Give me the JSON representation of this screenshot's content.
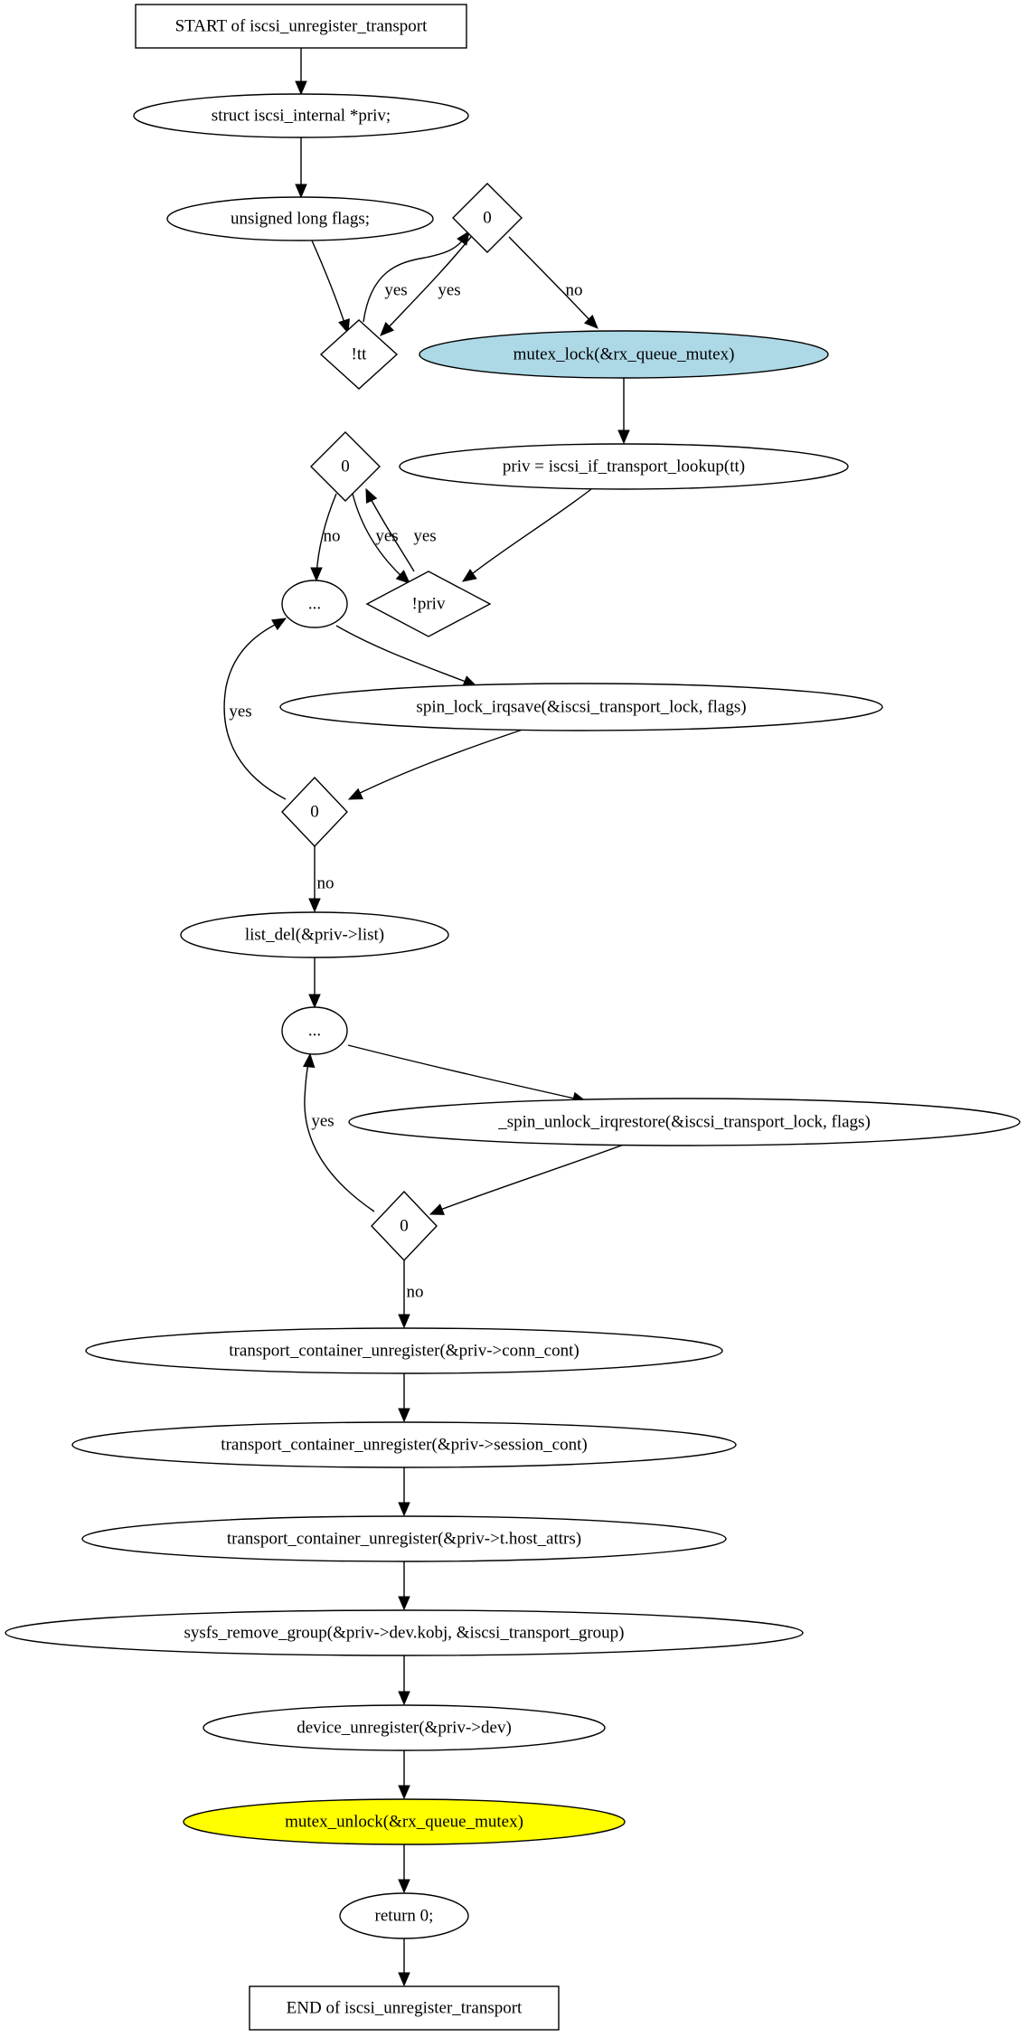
{
  "colors": {
    "background": "#ffffff",
    "line": "#000000",
    "highlight_lock": "#add8e6",
    "highlight_unlock": "#ffff00"
  },
  "nodes": [
    {
      "id": "start",
      "shape": "box",
      "label": "START of iscsi_unregister_transport"
    },
    {
      "id": "decl_priv",
      "shape": "ellipse",
      "label": "struct iscsi_internal *priv;"
    },
    {
      "id": "decl_flags",
      "shape": "ellipse",
      "label": "unsigned long flags;"
    },
    {
      "id": "cond_tt",
      "shape": "diamond",
      "label": "!tt"
    },
    {
      "id": "cond0_a",
      "shape": "diamond",
      "label": "0"
    },
    {
      "id": "mutex_lock",
      "shape": "ellipse",
      "label": "mutex_lock(&rx_queue_mutex)",
      "fill": "#add8e6"
    },
    {
      "id": "lookup",
      "shape": "ellipse",
      "label": "priv = iscsi_if_transport_lookup(tt)"
    },
    {
      "id": "cond0_b",
      "shape": "diamond",
      "label": "0"
    },
    {
      "id": "cond_priv",
      "shape": "diamond",
      "label": "!priv"
    },
    {
      "id": "dots_a",
      "shape": "ellipse",
      "label": "..."
    },
    {
      "id": "spin_lock",
      "shape": "ellipse",
      "label": "spin_lock_irqsave(&iscsi_transport_lock, flags)"
    },
    {
      "id": "cond0_c",
      "shape": "diamond",
      "label": "0"
    },
    {
      "id": "list_del",
      "shape": "ellipse",
      "label": "list_del(&priv->list)"
    },
    {
      "id": "dots_b",
      "shape": "ellipse",
      "label": "..."
    },
    {
      "id": "spin_unlock",
      "shape": "ellipse",
      "label": "_spin_unlock_irqrestore(&iscsi_transport_lock, flags)"
    },
    {
      "id": "cond0_d",
      "shape": "diamond",
      "label": "0"
    },
    {
      "id": "tcu_conn",
      "shape": "ellipse",
      "label": "transport_container_unregister(&priv->conn_cont)"
    },
    {
      "id": "tcu_session",
      "shape": "ellipse",
      "label": "transport_container_unregister(&priv->session_cont)"
    },
    {
      "id": "tcu_host",
      "shape": "ellipse",
      "label": "transport_container_unregister(&priv->t.host_attrs)"
    },
    {
      "id": "sysfs_remove",
      "shape": "ellipse",
      "label": "sysfs_remove_group(&priv->dev.kobj, &iscsi_transport_group)"
    },
    {
      "id": "dev_unreg",
      "shape": "ellipse",
      "label": "device_unregister(&priv->dev)"
    },
    {
      "id": "mutex_unlock",
      "shape": "ellipse",
      "label": "mutex_unlock(&rx_queue_mutex)",
      "fill": "#ffff00"
    },
    {
      "id": "ret0",
      "shape": "ellipse",
      "label": "return 0;"
    },
    {
      "id": "end",
      "shape": "box",
      "label": "END of iscsi_unregister_transport"
    }
  ],
  "edges": [
    {
      "from": "start",
      "to": "decl_priv",
      "label": ""
    },
    {
      "from": "decl_priv",
      "to": "decl_flags",
      "label": ""
    },
    {
      "from": "decl_flags",
      "to": "cond_tt",
      "label": ""
    },
    {
      "from": "cond_tt",
      "to": "cond0_a",
      "label": "yes"
    },
    {
      "from": "cond0_a",
      "to": "cond_tt",
      "label": "yes"
    },
    {
      "from": "cond0_a",
      "to": "mutex_lock",
      "label": "no"
    },
    {
      "from": "mutex_lock",
      "to": "lookup",
      "label": ""
    },
    {
      "from": "lookup",
      "to": "cond_priv",
      "label": ""
    },
    {
      "from": "cond0_b",
      "to": "dots_a",
      "label": "no"
    },
    {
      "from": "cond0_b",
      "to": "cond_priv",
      "label": "yes"
    },
    {
      "from": "cond_priv",
      "to": "cond0_b",
      "label": "yes"
    },
    {
      "from": "dots_a",
      "to": "spin_lock",
      "label": ""
    },
    {
      "from": "spin_lock",
      "to": "cond0_c",
      "label": ""
    },
    {
      "from": "cond0_c",
      "to": "dots_a",
      "label": "yes"
    },
    {
      "from": "cond0_c",
      "to": "list_del",
      "label": "no"
    },
    {
      "from": "list_del",
      "to": "dots_b",
      "label": ""
    },
    {
      "from": "dots_b",
      "to": "spin_unlock",
      "label": ""
    },
    {
      "from": "spin_unlock",
      "to": "cond0_d",
      "label": ""
    },
    {
      "from": "cond0_d",
      "to": "dots_b",
      "label": "yes"
    },
    {
      "from": "cond0_d",
      "to": "tcu_conn",
      "label": "no"
    },
    {
      "from": "tcu_conn",
      "to": "tcu_session",
      "label": ""
    },
    {
      "from": "tcu_session",
      "to": "tcu_host",
      "label": ""
    },
    {
      "from": "tcu_host",
      "to": "sysfs_remove",
      "label": ""
    },
    {
      "from": "sysfs_remove",
      "to": "dev_unreg",
      "label": ""
    },
    {
      "from": "dev_unreg",
      "to": "mutex_unlock",
      "label": ""
    },
    {
      "from": "mutex_unlock",
      "to": "ret0",
      "label": ""
    },
    {
      "from": "ret0",
      "to": "end",
      "label": ""
    }
  ]
}
